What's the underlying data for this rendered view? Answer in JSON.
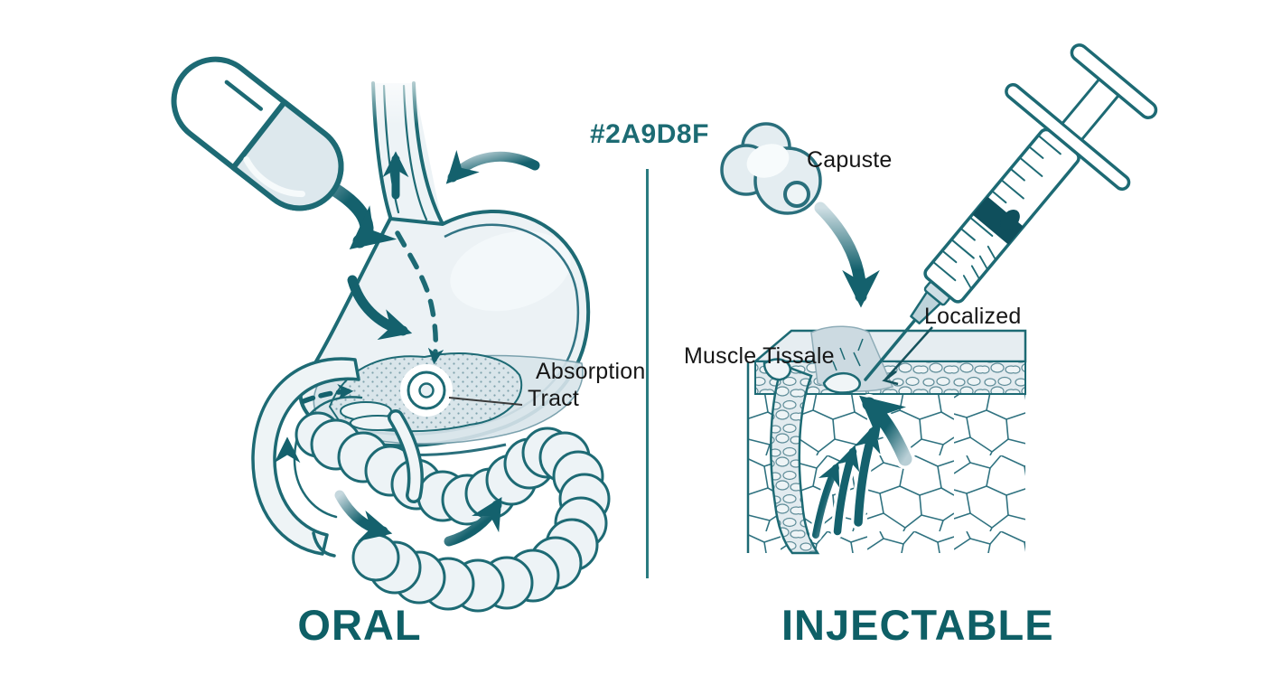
{
  "illustration": {
    "center": {
      "hex_label": "#2A9D8F"
    },
    "left": {
      "title": "ORAL",
      "absorption_line1": "Absorption",
      "absorption_line2": "Tract"
    },
    "right": {
      "title": "INJECTABLE",
      "capsule_label": "Capuste",
      "muscle_label": "Muscle Tissale",
      "localized_label": "Localized"
    }
  },
  "colors": {
    "outline_teal": "#1D6A74",
    "arrow_teal": "#14616D",
    "title_teal": "#0E5F66",
    "label_ink": "#161616",
    "fill_light": "#ECF2F5",
    "fill_mid": "#D9E5EB",
    "reference_swatch": "#2A9D8F"
  }
}
